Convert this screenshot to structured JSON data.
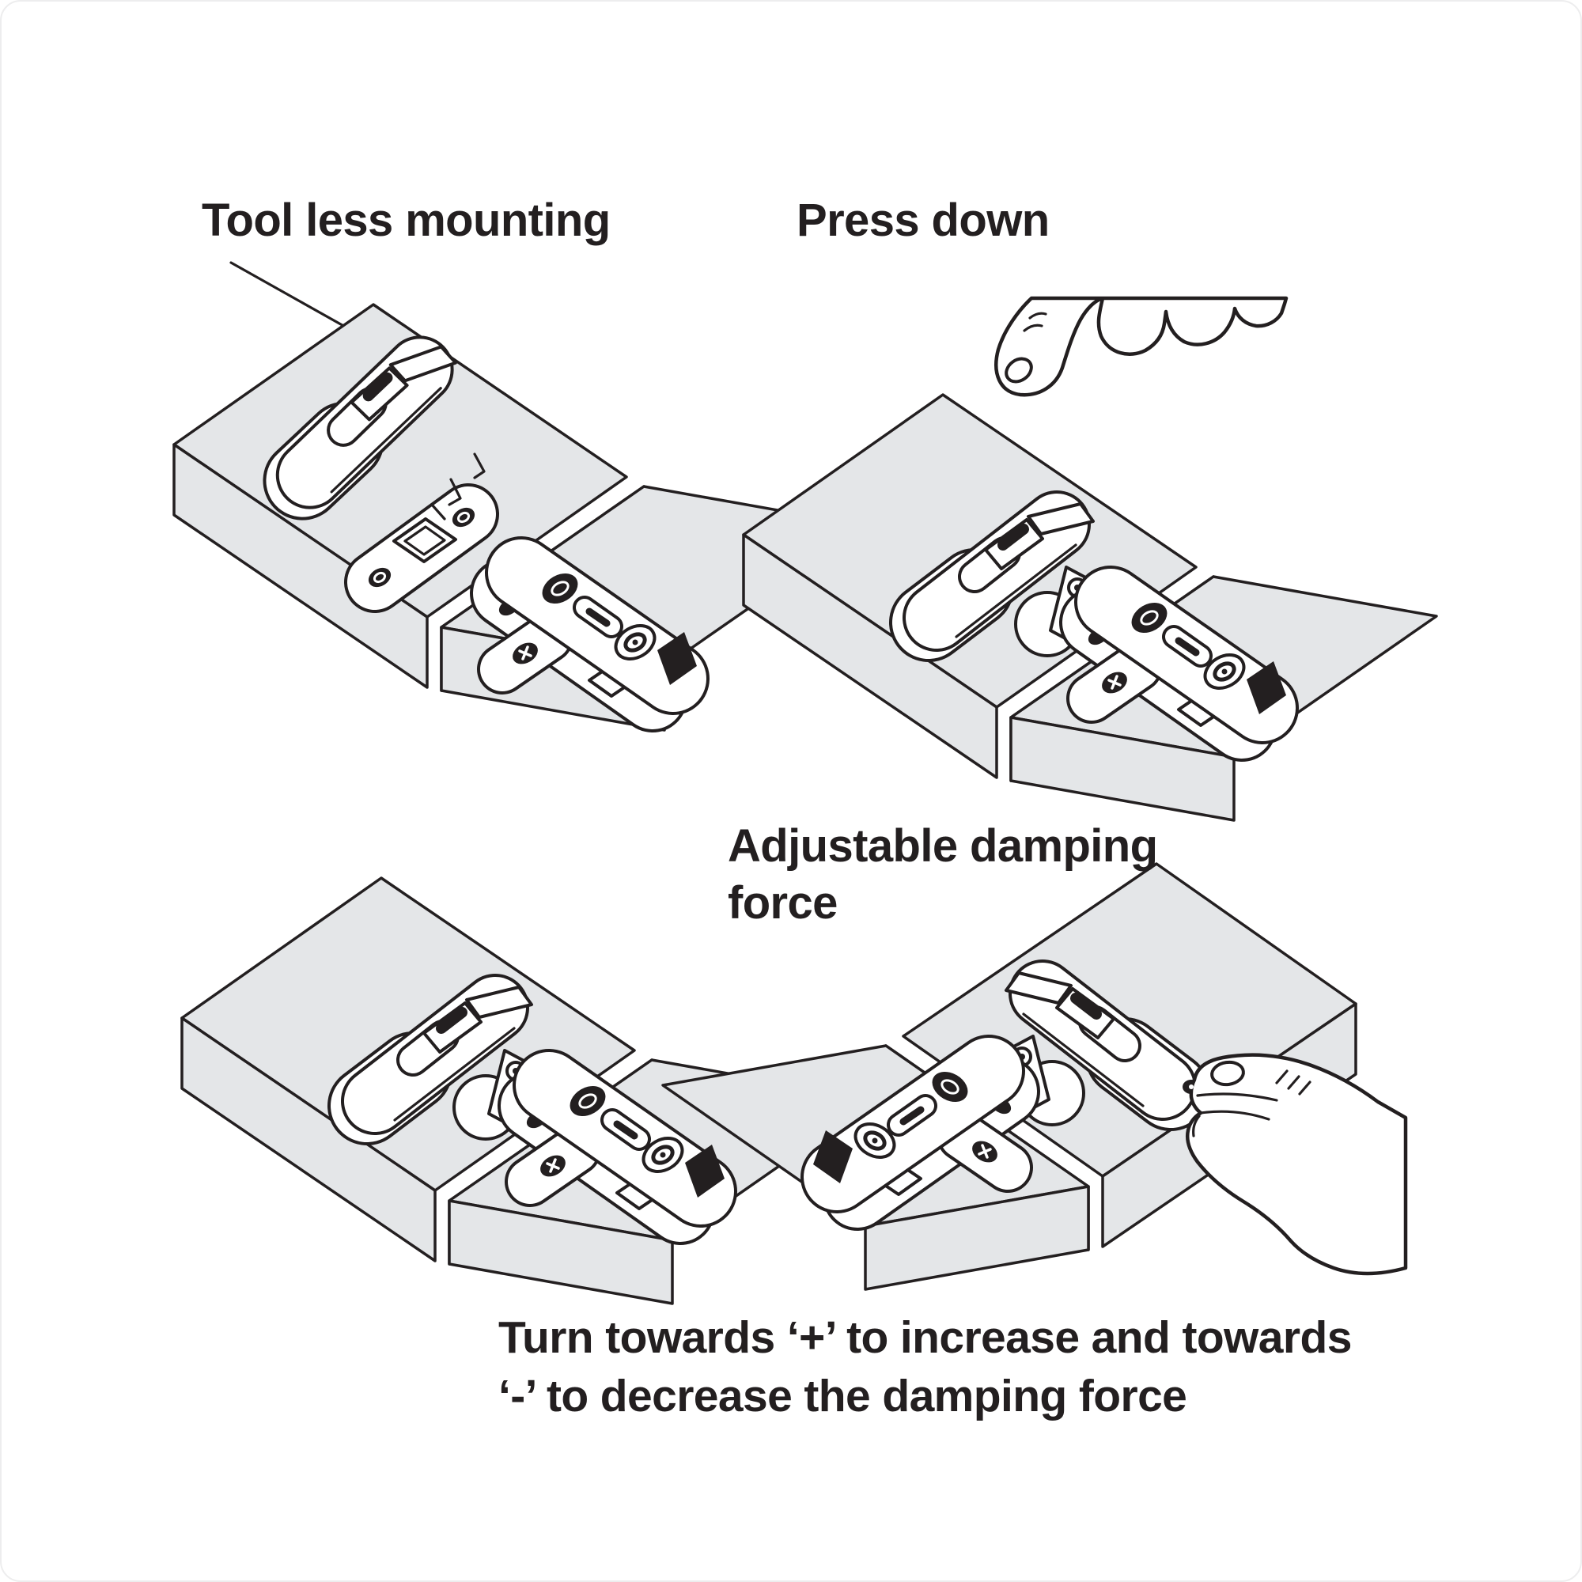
{
  "colors": {
    "line": "#231f20",
    "board": "#e4e6e8",
    "text": "#231f20",
    "edge": "#ededee",
    "part_fill": "#ffffff"
  },
  "panels": {
    "top_left": {
      "label": "Tool less mounting"
    },
    "top_right": {
      "label": "Press down"
    },
    "bottom_left": {
      "label": ""
    },
    "bottom_right": {
      "label": "Adjustable damping force"
    }
  },
  "caption": {
    "line1": "Turn towards ‘+’ to increase and towards",
    "line2": "‘-’ to decrease the damping force"
  }
}
